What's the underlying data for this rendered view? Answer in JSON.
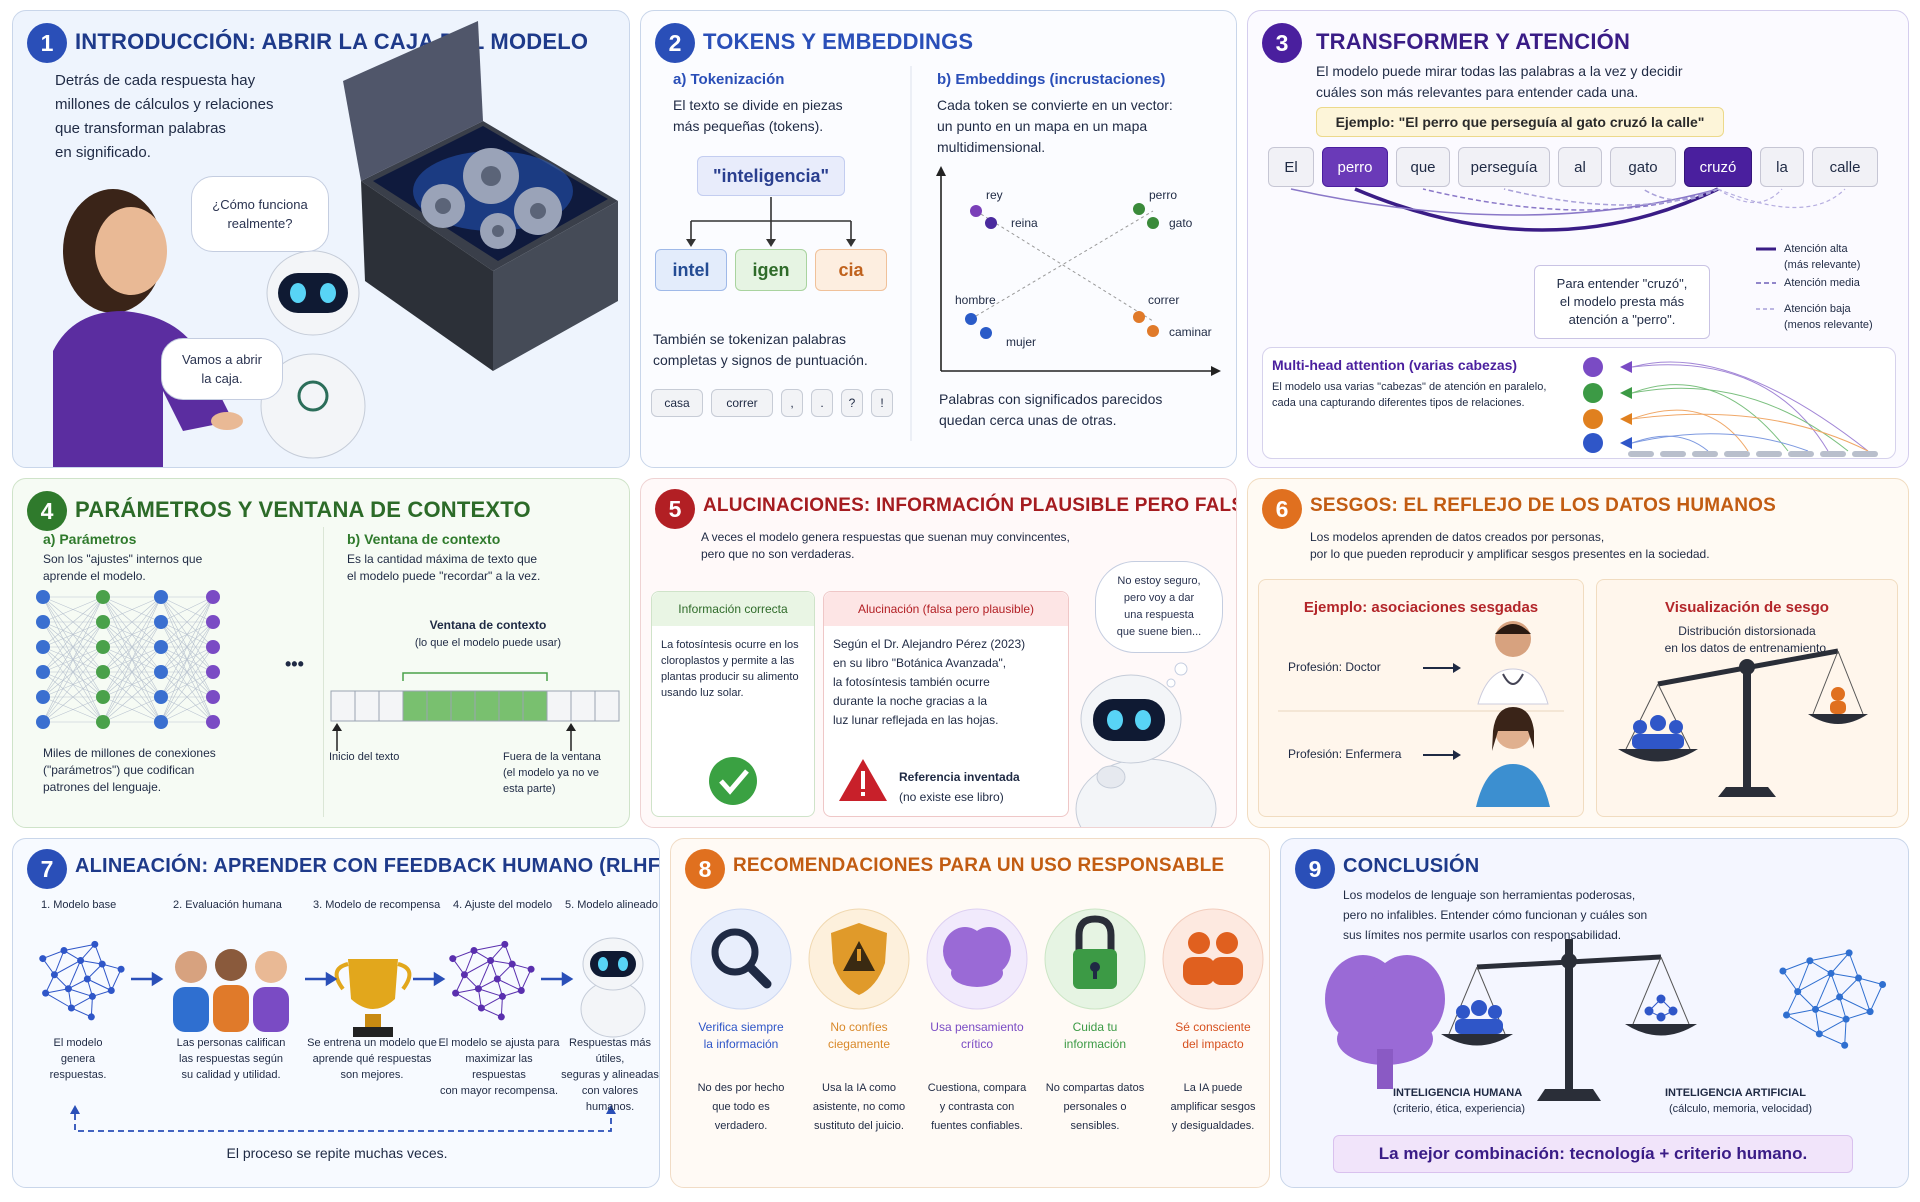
{
  "p1": {
    "num": "1",
    "title": "INTRODUCCIÓN: ABRIR LA CAJA DEL MODELO",
    "lines": [
      "Detrás de cada respuesta hay",
      "millones de cálculos y relaciones",
      "que transforman palabras",
      "en significado."
    ],
    "bubble_q": [
      "¿Cómo funciona",
      "realmente?"
    ],
    "bubble_a": [
      "Vamos a abrir",
      "la caja."
    ]
  },
  "p2": {
    "num": "2",
    "title": "TOKENS Y EMBEDDINGS",
    "a_title": "a)  Tokenización",
    "a_lines": [
      "El texto se divide en piezas",
      "más pequeñas (tokens)."
    ],
    "word": "\"inteligencia\"",
    "tokens": [
      "intel",
      "igen",
      "cia"
    ],
    "a_lines2": [
      "También se tokenizan palabras",
      "completas y signos de puntuación."
    ],
    "small_tokens": [
      "casa",
      "correr",
      ",",
      ".",
      "?",
      "!"
    ],
    "b_title": "b)  Embeddings (incrustaciones)",
    "b_lines": [
      "Cada token se convierte en un vector:",
      "un punto en un mapa en un mapa",
      "multidimensional."
    ],
    "words": [
      "rey",
      "reina",
      "perro",
      "gato",
      "hombre",
      "mujer",
      "correr",
      "caminar"
    ],
    "b_lines2": [
      "Palabras con significados parecidos",
      "quedan cerca unas de otras."
    ]
  },
  "p3": {
    "num": "3",
    "title": "TRANSFORMER Y ATENCIÓN",
    "lines": [
      "El modelo puede mirar todas las palabras a la vez y decidir",
      "cuáles son más relevantes para entender cada una."
    ],
    "example": "Ejemplo: \"El perro que perseguía al gato cruzó la calle\"",
    "tokens": [
      "El",
      "perro",
      "que",
      "perseguía",
      "al",
      "gato",
      "cruzó",
      "la",
      "calle"
    ],
    "note": [
      "Para entender \"cruzó\",",
      "el modelo presta más",
      "atención a \"perro\"."
    ],
    "legend": [
      {
        "label": "Atención alta",
        "sub": "(más relevante)"
      },
      {
        "label": "Atención media",
        "sub": ""
      },
      {
        "label": "Atención baja",
        "sub": "(menos relevante)"
      }
    ],
    "mh_title": "Multi-head attention (varias cabezas)",
    "mh_lines": [
      "El modelo usa varias \"cabezas\" de atención en paralelo,",
      "cada una capturando diferentes tipos de relaciones."
    ]
  },
  "p4": {
    "num": "4",
    "title": "PARÁMETROS Y VENTANA DE CONTEXTO",
    "a_title": "a) Parámetros",
    "a_lines": [
      "Son los \"ajustes\" internos que",
      "aprende el modelo."
    ],
    "a_lines2": [
      "Miles de millones de conexiones",
      "(\"parámetros\") que codifican",
      "patrones del lenguaje."
    ],
    "b_title": "b) Ventana de contexto",
    "b_lines": [
      "Es la cantidad máxima de texto que",
      "el modelo puede \"recordar\" a la vez."
    ],
    "win_title": "Ventana de contexto",
    "win_sub": "(lo que el modelo puede usar)",
    "start": "Inicio del texto",
    "outside": [
      "Fuera de la ventana",
      "(el modelo ya no ve",
      "esta parte)"
    ],
    "dots": "•••"
  },
  "p5": {
    "num": "5",
    "title": "ALUCINACIONES: INFORMACIÓN PLAUSIBLE PERO FALSA",
    "lines": [
      "A veces el modelo genera respuestas que suenan muy convincentes,",
      "pero que no son verdaderas."
    ],
    "ok_title": "Información correcta",
    "ok_lines": [
      "La fotosíntesis ocurre en los",
      "cloroplastos y permite a las",
      "plantas producir su alimento",
      "usando luz solar."
    ],
    "bad_title": "Alucinación (falsa pero plausible)",
    "bad_lines": [
      "Según el Dr. Alejandro Pérez (2023)",
      "en su libro \"Botánica Avanzada\",",
      "la fotosíntesis también ocurre",
      "durante la noche gracias a la",
      "luz lunar reflejada en las hojas."
    ],
    "ref": "Referencia inventada",
    "ref_sub": "(no existe ese libro)",
    "thought": [
      "No estoy seguro,",
      "pero voy a dar",
      "una respuesta",
      "que suene bien..."
    ]
  },
  "p6": {
    "num": "6",
    "title": "SESGOS: EL REFLEJO DE LOS DATOS HUMANOS",
    "lines": [
      "Los modelos aprenden de datos creados por personas,",
      "por lo que pueden reproducir y amplificar sesgos presentes en la sociedad."
    ],
    "ex_title": "Ejemplo: asociaciones sesgadas",
    "prof1": "Profesión: Doctor",
    "prof2": "Profesión: Enfermera",
    "viz_title": "Visualización de sesgo",
    "viz_lines": [
      "Distribución distorsionada",
      "en los datos de entrenamiento."
    ]
  },
  "p7": {
    "num": "7",
    "title": "ALINEACIÓN: APRENDER CON FEEDBACK HUMANO (RLHF)",
    "steps": [
      {
        "label": "1. Modelo base",
        "desc": [
          "El modelo",
          "genera",
          "respuestas."
        ]
      },
      {
        "label": "2. Evaluación humana",
        "desc": [
          "Las personas califican",
          "las respuestas según",
          "su calidad y utilidad."
        ]
      },
      {
        "label": "3. Modelo de recompensa",
        "desc": [
          "Se entrena un modelo que",
          "aprende qué respuestas",
          "son mejores."
        ]
      },
      {
        "label": "4. Ajuste del modelo",
        "desc": [
          "El modelo se ajusta para",
          "maximizar las respuestas",
          "con mayor recompensa."
        ]
      },
      {
        "label": "5. Modelo alineado",
        "desc": [
          "Respuestas más útiles,",
          "seguras y alineadas",
          "con valores humanos."
        ]
      }
    ],
    "repeat": "El proceso se repite muchas veces."
  },
  "p8": {
    "num": "8",
    "title": "RECOMENDACIONES PARA UN USO RESPONSABLE",
    "items": [
      {
        "title": [
          "Verifica siempre",
          "la información"
        ],
        "desc": [
          "No des por hecho",
          "que todo es",
          "verdadero."
        ],
        "color": "#2f56c8"
      },
      {
        "title": [
          "No confíes",
          "ciegamente"
        ],
        "desc": [
          "Usa la IA como",
          "asistente, no como",
          "sustituto del juicio."
        ],
        "color": "#d9892a"
      },
      {
        "title": [
          "Usa pensamiento",
          "crítico"
        ],
        "desc": [
          "Cuestiona, compara",
          "y contrasta con",
          "fuentes confiables."
        ],
        "color": "#7a4bc4"
      },
      {
        "title": [
          "Cuida tu",
          "información"
        ],
        "desc": [
          "No compartas datos",
          "personales o",
          "sensibles."
        ],
        "color": "#3c9a45"
      },
      {
        "title": [
          "Sé consciente",
          "del impacto"
        ],
        "desc": [
          "La IA puede",
          "amplificar sesgos",
          "y desigualdades."
        ],
        "color": "#d6501e"
      }
    ]
  },
  "p9": {
    "num": "9",
    "title": "CONCLUSIÓN",
    "lines": [
      "Los modelos de lenguaje son herramientas poderosas,",
      "pero no infalibles. Entender cómo funcionan y cuáles son",
      "sus límites nos permite usarlos con responsabilidad."
    ],
    "human": "INTELIGENCIA HUMANA",
    "human_sub": "(criterio, ética, experiencia)",
    "ai": "INTELIGENCIA ARTIFICIAL",
    "ai_sub": "(cálculo, memoria, velocidad)",
    "best": "La mejor combinación: tecnología + criterio humano."
  },
  "colors": {
    "blue": "#2a4fb8",
    "purple": "#4a1f9e",
    "green": "#2f7a2c",
    "red": "#b21f24",
    "orange": "#e0701f"
  }
}
